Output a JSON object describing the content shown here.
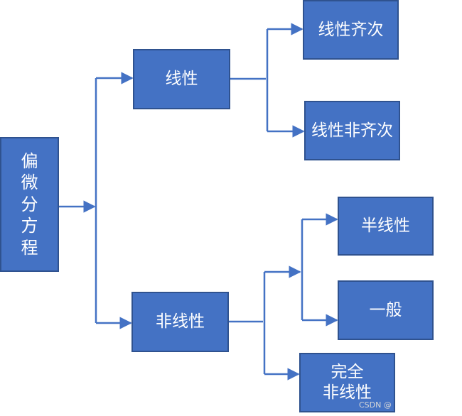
{
  "root": {
    "chars": [
      "偏",
      "微",
      "分",
      "方",
      "程"
    ]
  },
  "branches": {
    "linear": {
      "label": "线性",
      "children": [
        "线性齐次",
        "线性非齐次"
      ]
    },
    "nonlinear": {
      "label": "非线性",
      "children": [
        "半线性",
        "一般",
        "完全\n非线性"
      ]
    }
  },
  "colors": {
    "box_fill": "#4472c4",
    "box_border": "#2f528f",
    "connector": "#4472c4",
    "text": "#ffffff"
  },
  "watermark": "CSDN @"
}
